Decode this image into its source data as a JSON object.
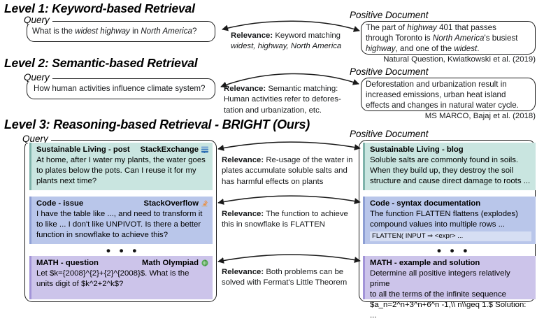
{
  "figure": {
    "label_query": "Query",
    "label_positive_document": "Positive Document"
  },
  "levels": [
    {
      "id": "level1",
      "title": "Level 1: Keyword-based Retrieval",
      "query_text": "What is the widest highway in North America?",
      "relevance_label": "Relevance:",
      "relevance_text": " Keyword matching\nwidest, highway, North America",
      "document_text": "The part of highway 401 that passes\nthrough Toronto is North America's busiest\nhighway, and one of the widest.",
      "caption": "Natural Question, Kwiatkowski et al. (2019)"
    },
    {
      "id": "level2",
      "title": "Level 2: Semantic-based Retrieval",
      "query_text": "How human activities influence climate system?",
      "relevance_label": "Relevance:",
      "relevance_text": " Semantic matching:\nHuman activities refer to deores-\ntation and urbanization, etc.",
      "document_text": "Deforestation and urbanization result in\nincreased emissions, urban heat island\neffects and changes in natural water cycle.",
      "caption": "MS MARCO, Bajaj et al. (2018)"
    },
    {
      "id": "level3",
      "title": "Level 3: Reasoning-based Retrieval - BRIGHT (Ours)"
    }
  ],
  "level3": {
    "dots": "• • •",
    "pairs": [
      {
        "query": {
          "header_left": "Sustainable Living - post",
          "header_right": "StackExchange",
          "icon": "stackexchange-icon",
          "icon_color": "#5b9bd5",
          "body": "At home, after I water my plants, the water goes\nto plates below the pots. Can I reuse it for my\nplants next time?",
          "bg": "#c9e5e0",
          "accent": "#7fb3ab"
        },
        "relevance": {
          "label": "Relevance:",
          "text": " Re-usage of the water in\nplates accumulate soluble salts and\nhas harmful effects on plants"
        },
        "document": {
          "header_left": "Sustainable Living - blog",
          "header_right": "",
          "icon": "",
          "body": "Soluble salts are commonly found in soils.\nWhen they build up, they destroy the soil\nstructure and cause direct damage to roots ...",
          "bg": "#c9e5e0",
          "accent": "#7fb3ab"
        }
      },
      {
        "query": {
          "header_left": "Code - issue",
          "header_right": "StackOverflow",
          "icon": "stackoverflow-icon",
          "icon_color": "#e8a33d",
          "body": "I have the table like ..., and need to transform it\nto like ... I don't like UNPIVOT. Is there a better\nfunction in snowflake to achieve this?",
          "bg": "#b9c6ea",
          "accent": "#8e9fd4"
        },
        "relevance": {
          "label": "Relevance:",
          "text": " The function to achieve\nthis in snowflake is FLATTEN"
        },
        "document": {
          "header_left": "Code - syntax documentation",
          "header_right": "",
          "icon": "",
          "body": "The function FLATTEN flattens (explodes)\ncompound values into multiple rows ...",
          "code": "FLATTEN( INPUT ⇒ <expr> ...",
          "bg": "#b9c6ea",
          "accent": "#8e9fd4"
        }
      },
      {
        "query": {
          "header_left": "MATH - question",
          "header_right": "Math Olympiad",
          "icon": "math-olympiad-icon",
          "icon_color": "#5aab5a",
          "body": "Let $k={2008}^{2}+{2}^{2008}$. What is the\nunits digit of $k^2+2^k$?",
          "bg": "#ccc4ea",
          "accent": "#a294d8"
        },
        "relevance": {
          "label": "Relevance:",
          "text": " Both problems can be\nsolved with Fermat's Little Theorem"
        },
        "document": {
          "header_left": "MATH - example and solution",
          "header_right": "",
          "icon": "",
          "body": "Determine all positive integers relatively prime\nto all the terms of the infinite sequence\n$a_n=2^n+3^n+6^n -1,\\\\ n\\\\geq 1.$ Solution: ...",
          "bg": "#ccc4ea",
          "accent": "#a294d8"
        }
      }
    ]
  },
  "colors": {
    "stroke": "#1a1a1a",
    "text": "#16181a",
    "background": "#ffffff"
  }
}
